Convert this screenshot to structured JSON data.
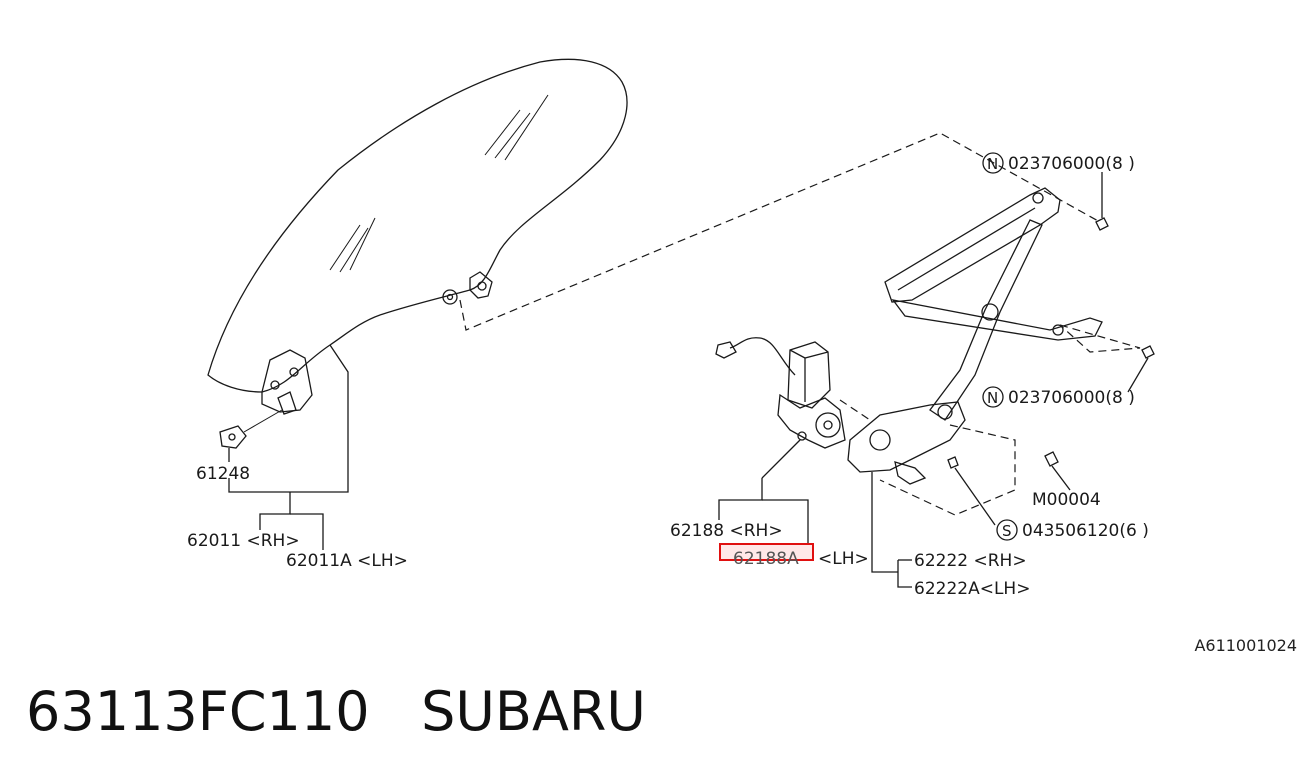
{
  "callouts": {
    "bolt_n_top": {
      "symbol": "N",
      "text": "023706000(8 )"
    },
    "bolt_n_mid": {
      "symbol": "N",
      "text": "023706000(8 )"
    },
    "bolt_s": {
      "symbol": "S",
      "text": "043506120(6 )"
    },
    "m_part": "M00004",
    "p61248": "61248",
    "p62011_rh": "62011 <RH>",
    "p62011a_lh": "62011A <LH>",
    "p62188_rh": "62188 <RH>",
    "p62188a_lh_part": "62188A",
    "p62188a_lh_side": "<LH>",
    "p62222_rh": "62222  <RH>",
    "p62222a_lh": "62222A<LH>"
  },
  "diagram_code": "A611001024",
  "footer": {
    "part_number": "63113FC110",
    "brand": "SUBARU"
  },
  "highlight_color": "#e01010"
}
